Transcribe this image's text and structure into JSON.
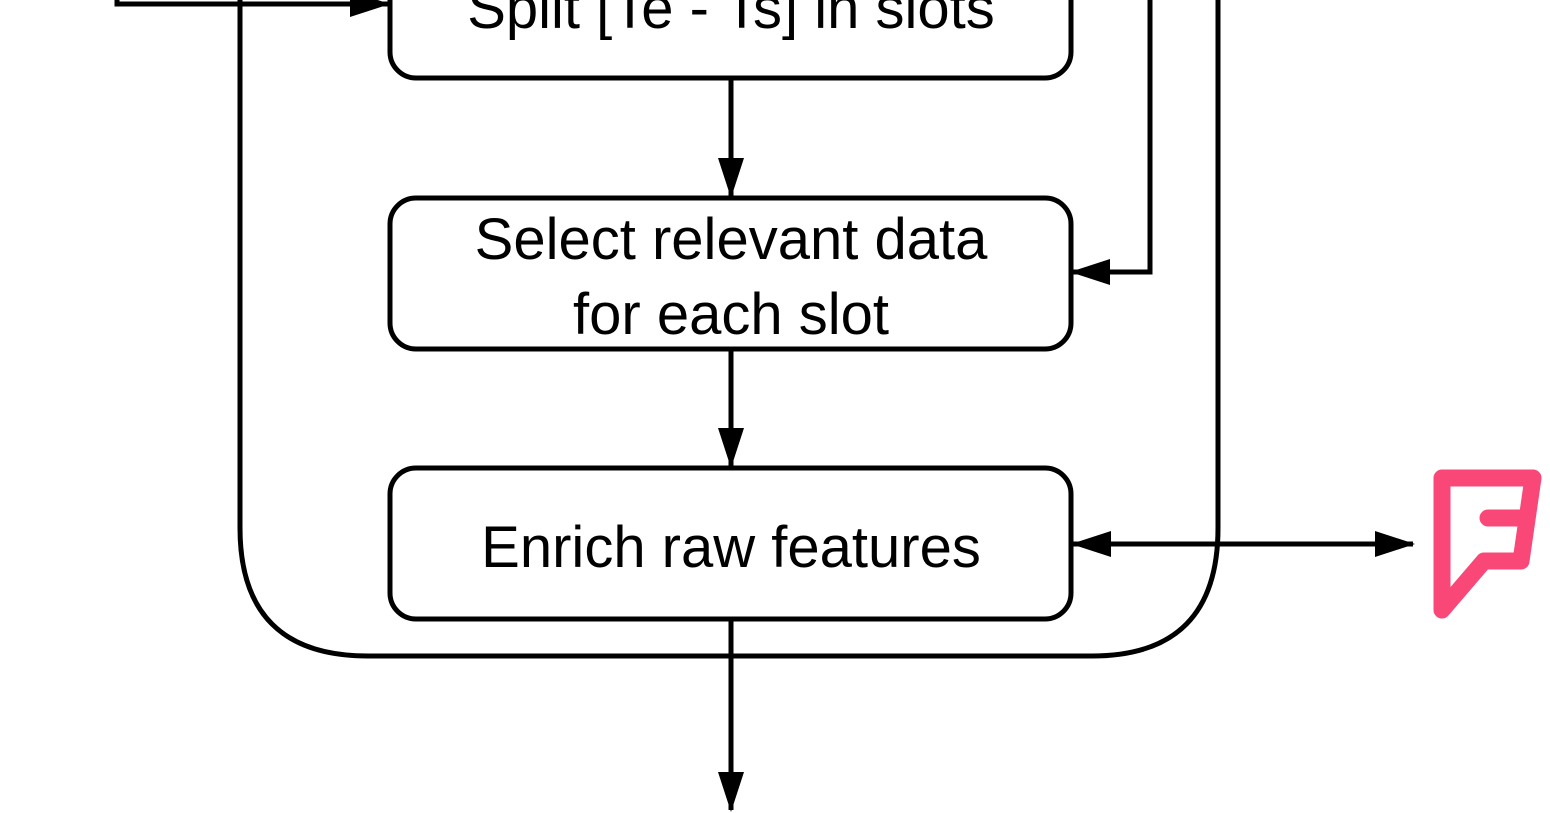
{
  "diagram": {
    "steps": [
      {
        "id": "split",
        "lines": [
          "Split [Te - Ts] in slots"
        ]
      },
      {
        "id": "select",
        "lines": [
          "Select relevant data",
          "for each slot"
        ]
      },
      {
        "id": "enrich",
        "lines": [
          "Enrich raw features"
        ]
      }
    ],
    "external_service": {
      "icon": "foursquare-logo-icon"
    },
    "colors": {
      "stroke": "#000000",
      "text": "#000000",
      "logo": "#F94877"
    }
  }
}
